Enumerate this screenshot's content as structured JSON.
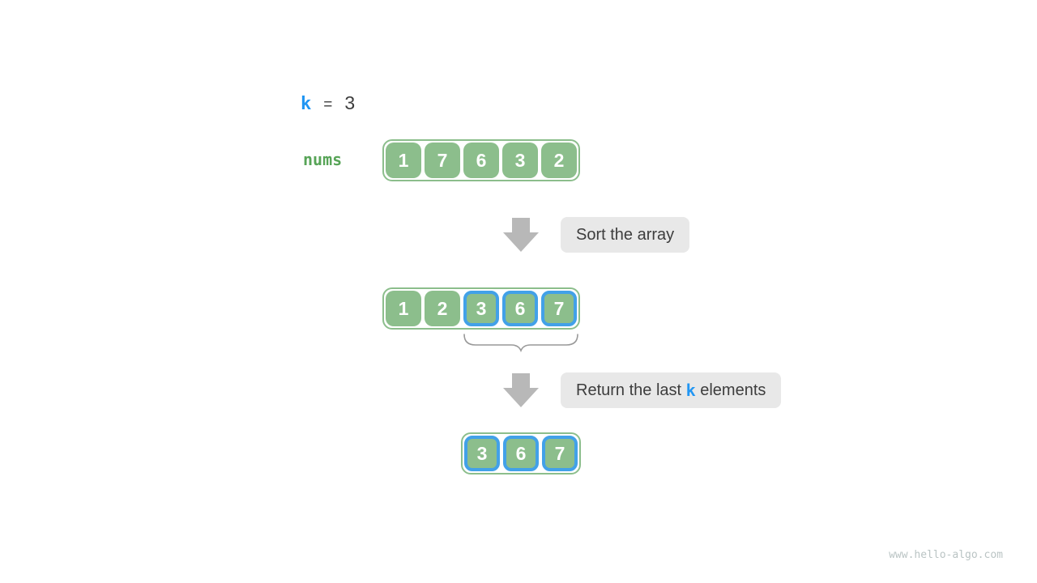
{
  "colors": {
    "k_blue": "#2196f3",
    "nums_green": "#57a457",
    "cell_green": "#8cbe8c",
    "highlight_blue": "#42a1e8",
    "arrow_gray": "#b8b8b8",
    "label_bg": "#e8e8e8",
    "text_dark": "#3d3d3d",
    "brace_gray": "#999999",
    "watermark_gray": "#bac4c4"
  },
  "variable": {
    "name": "k",
    "operator": "=",
    "value": "3"
  },
  "nums_label": "nums",
  "arrays": {
    "initial": {
      "values": [
        "1",
        "7",
        "6",
        "3",
        "2"
      ],
      "highlighted": []
    },
    "sorted": {
      "values": [
        "1",
        "2",
        "3",
        "6",
        "7"
      ],
      "highlighted": [
        2,
        3,
        4
      ]
    },
    "result": {
      "values": [
        "3",
        "6",
        "7"
      ],
      "highlighted": [
        0,
        1,
        2
      ]
    }
  },
  "steps": {
    "sort": {
      "label": "Sort the array"
    },
    "return": {
      "prefix": "Return the last ",
      "k": "k",
      "suffix": " elements"
    }
  },
  "watermark": "www.hello-algo.com"
}
